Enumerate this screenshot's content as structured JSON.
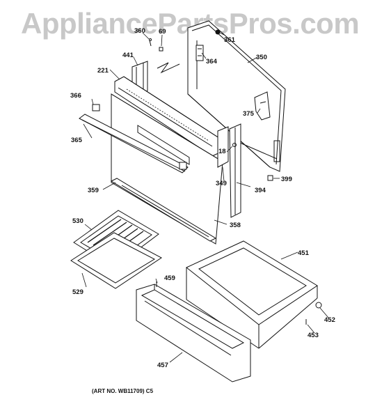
{
  "watermark": "AppliancePartsPros.com",
  "art_no": "(ART NO. WB11709) C5",
  "callouts": {
    "p360": "360",
    "p69": "69",
    "p361": "361",
    "p350": "350",
    "p441": "441",
    "p364": "364",
    "p221": "221",
    "p366": "366",
    "p375": "375",
    "p365": "365",
    "p18": "18",
    "p399": "399",
    "p349": "349",
    "p394": "394",
    "p359": "359",
    "p358": "358",
    "p530": "530",
    "p451": "451",
    "p459": "459",
    "p529": "529",
    "p452": "452",
    "p453": "453",
    "p457": "457"
  },
  "colors": {
    "line": "#111111",
    "watermark": "#c8c8c8"
  }
}
